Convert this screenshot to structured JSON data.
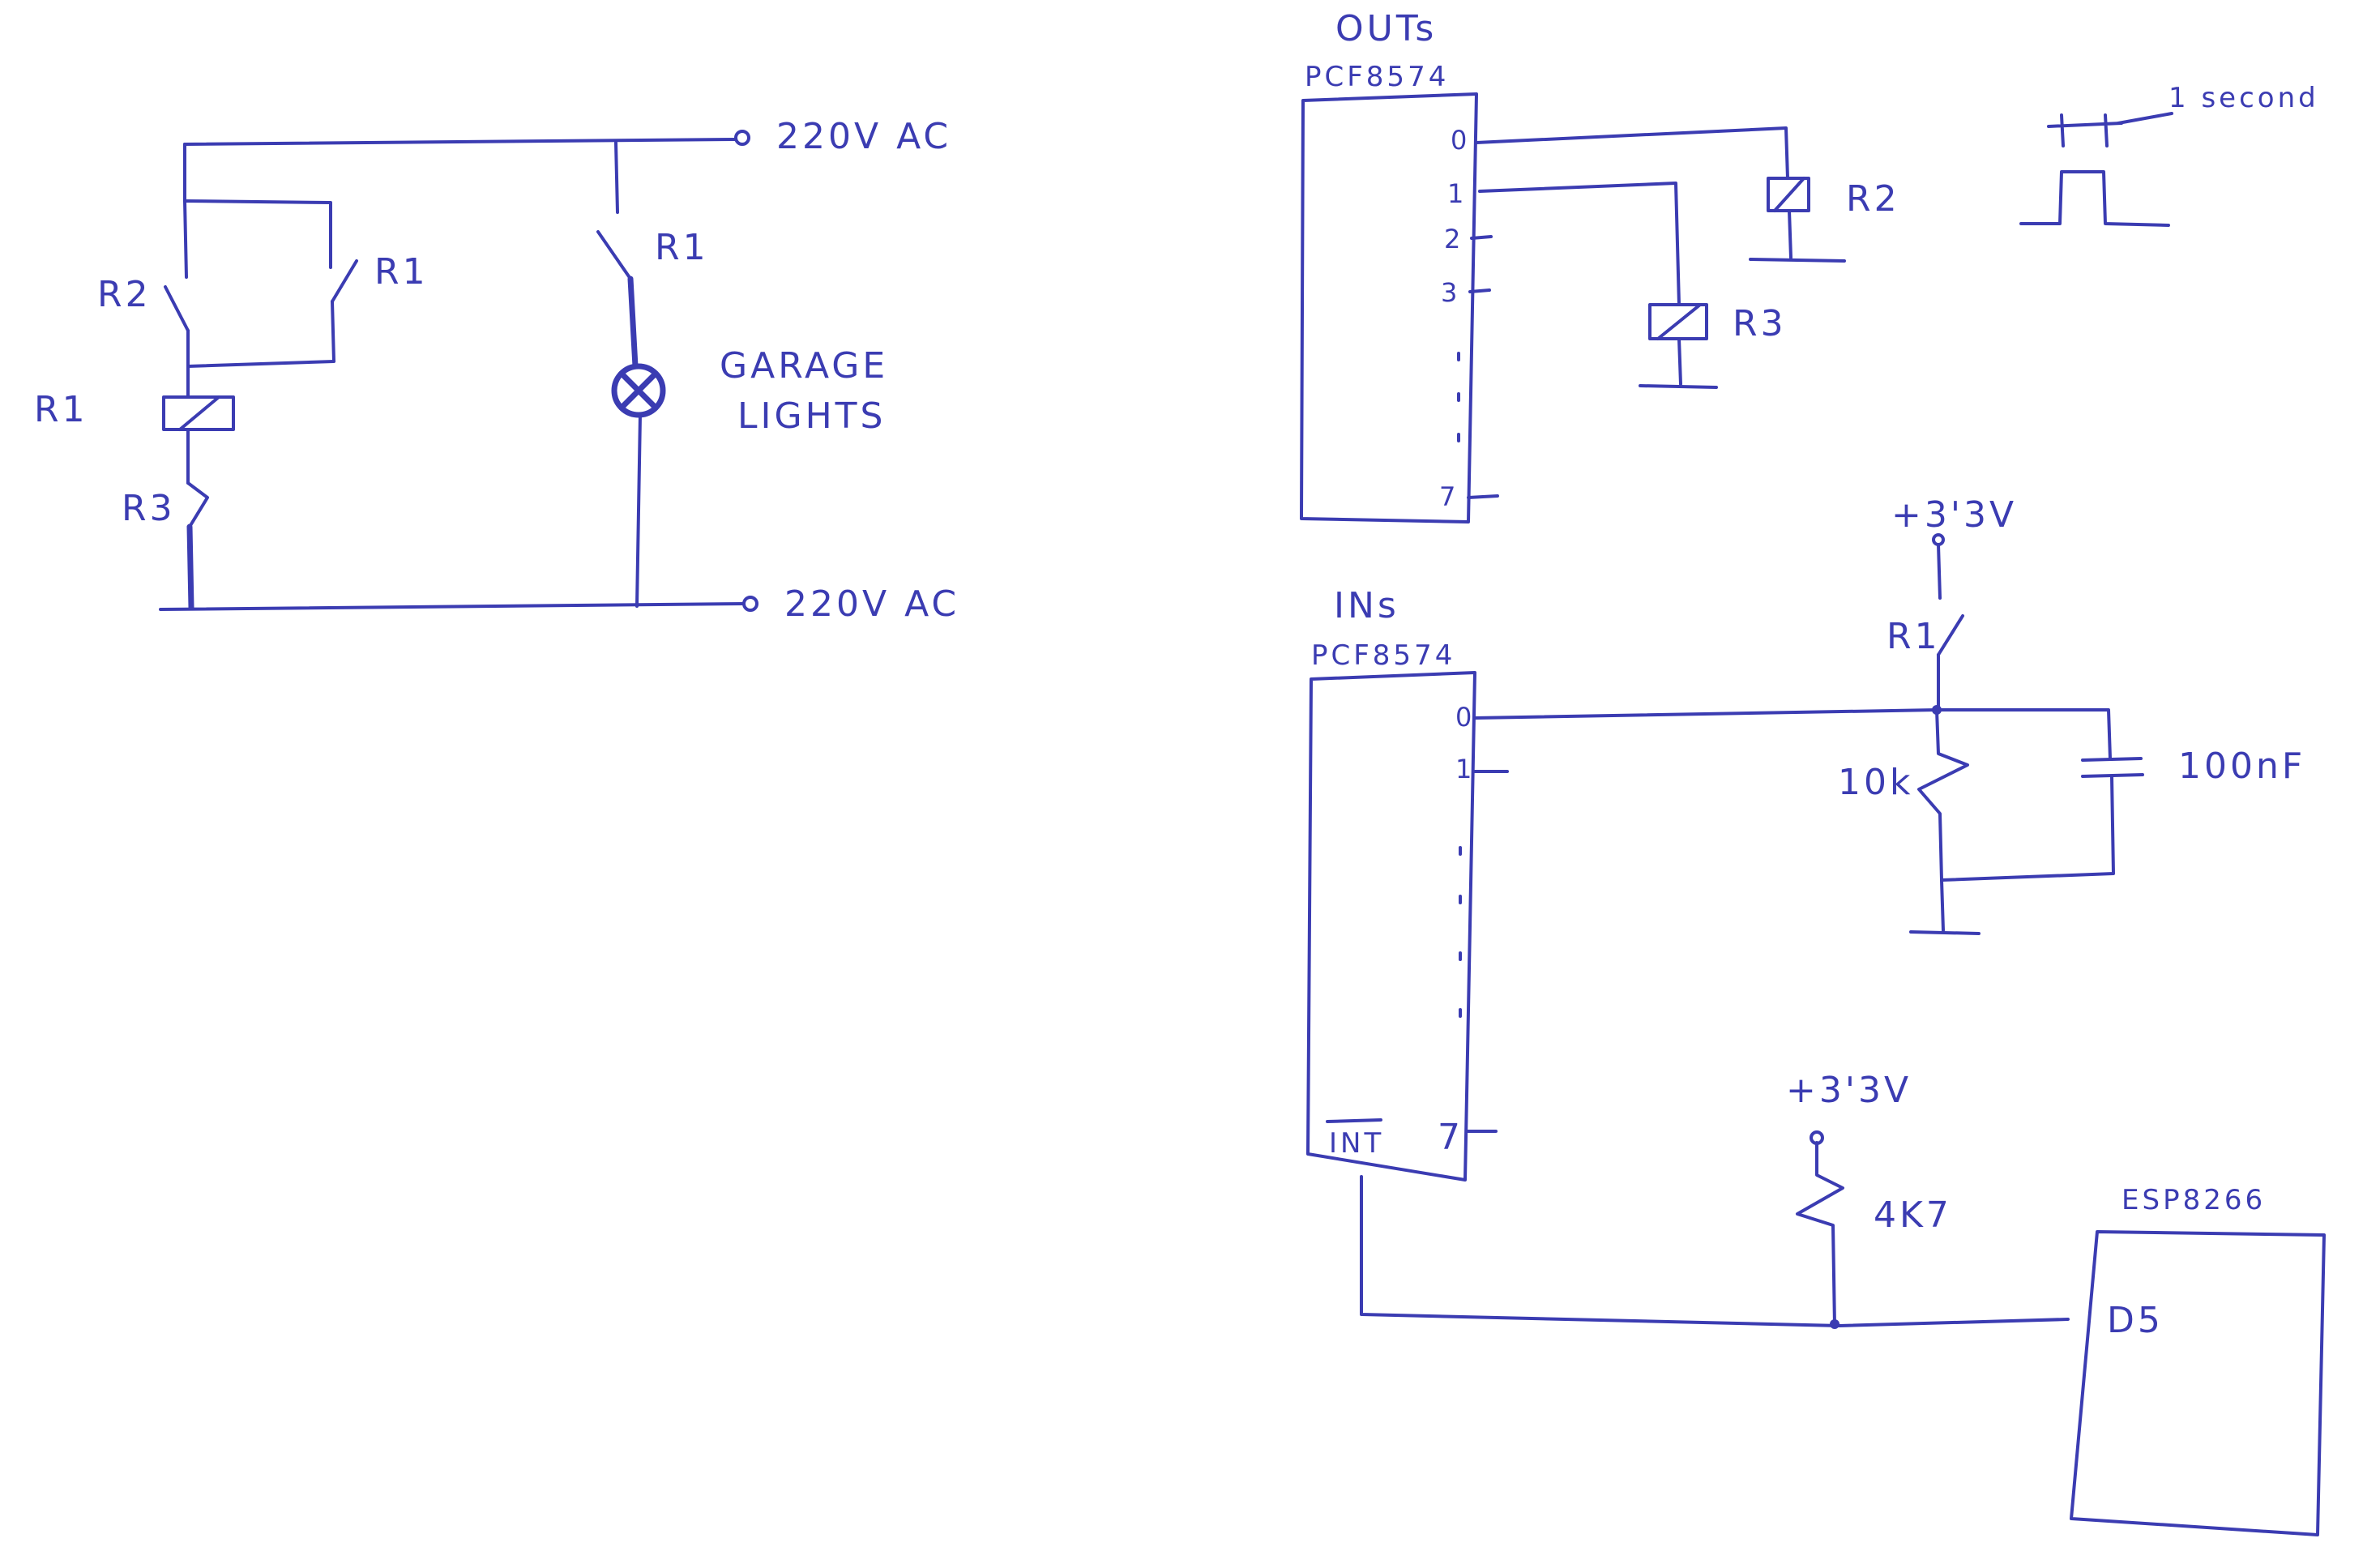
{
  "ink_color": "#3b3cb2",
  "power_circuit": {
    "supply_top": "220V AC",
    "supply_bottom": "220V AC",
    "coil_label": "R1",
    "contact_r2": "R2",
    "contact_r1_hold": "R1",
    "contact_r3": "R3",
    "contact_r1_lamp": "R1",
    "lamp_label_line1": "GARAGE",
    "lamp_label_line2": "LIGHTS"
  },
  "outputs": {
    "title": "OUTs",
    "chip": "PCF8574",
    "pins": [
      "0",
      "1",
      "2",
      "3",
      "7"
    ],
    "relay_a": "R2",
    "relay_b": "R3"
  },
  "pulse": {
    "label": "1 second"
  },
  "inputs": {
    "title": "INs",
    "chip": "PCF8574",
    "pins": [
      "0",
      "1",
      "7"
    ],
    "int_label": "INT",
    "vcc": "+3'3V",
    "switch": "R1",
    "resistor": "10k",
    "capacitor": "100nF"
  },
  "interrupt": {
    "vcc": "+3'3V",
    "pullup": "4K7",
    "mcu": "ESP8266",
    "mcu_pin": "D5"
  }
}
